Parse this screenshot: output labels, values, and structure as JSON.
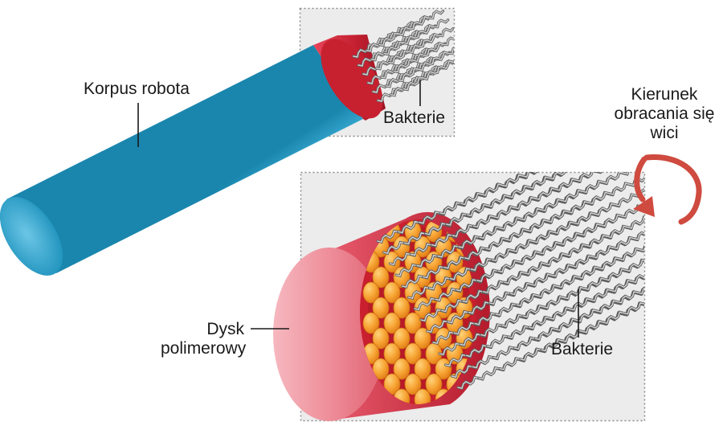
{
  "labels": {
    "robot_body": "Korpus robota",
    "bacteria_top": "Bakterie",
    "flagella_direction": [
      "Kierunek",
      "obracania się",
      "wici"
    ],
    "polymer_disc": [
      "Dysk",
      "polimerowy"
    ],
    "bacteria_bottom": "Bakterie"
  },
  "colors": {
    "robot_body": "#1f9cc4",
    "polymer_disc_face": "#f3a3ad",
    "polymer_disc_rim": "#c9202e",
    "bacteria_cells": "#f29a2e",
    "flagella": "#8c8c8c",
    "rotation_arrow": "#cf4a3f",
    "inset_box": "#ececec",
    "text": "#1a1a1a"
  }
}
